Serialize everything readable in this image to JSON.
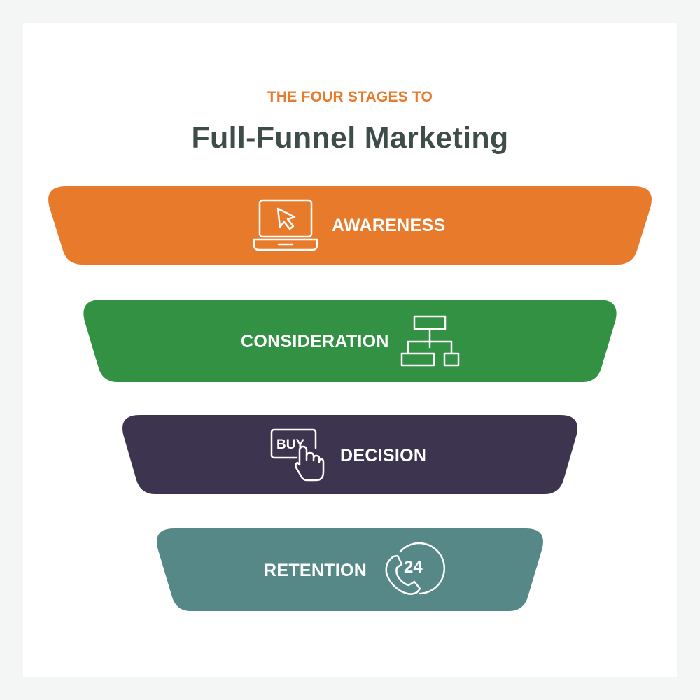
{
  "header": {
    "subtitle": "THE FOUR STAGES TO",
    "title": "Full-Funnel Marketing"
  },
  "colors": {
    "subtitle": "#e87a2b",
    "title": "#3f4d4a",
    "awareness": "#e87a2b",
    "consideration": "#339143",
    "decision": "#3d344f",
    "retention": "#558886"
  },
  "stages": [
    {
      "label": "AWARENESS",
      "icon": "laptop-cursor-icon"
    },
    {
      "label": "CONSIDERATION",
      "icon": "org-chart-icon"
    },
    {
      "label": "DECISION",
      "icon": "buy-button-hand-icon"
    },
    {
      "label": "RETENTION",
      "icon": "phone-24-hours-icon"
    }
  ],
  "icons": {
    "buy_text": "BUY",
    "hours_text": "24"
  }
}
